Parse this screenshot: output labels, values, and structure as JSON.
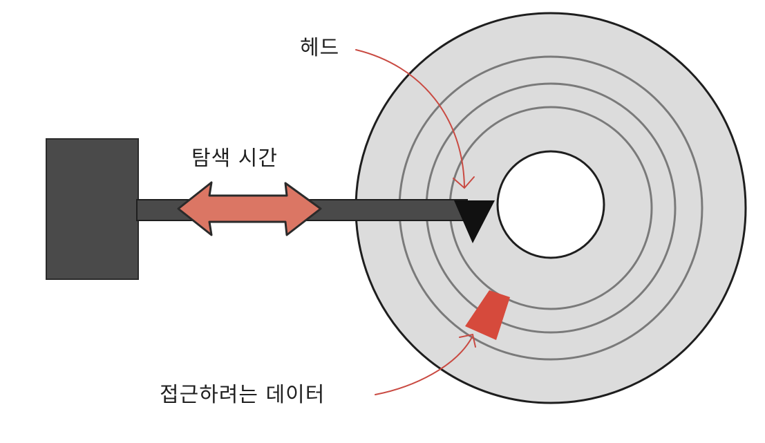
{
  "labels": {
    "head": "헤드",
    "seek_time": "탐색 시간",
    "target_data": "접근하려는 데이터"
  },
  "colors": {
    "platter": "#dcdcdc",
    "track": "#7a7a7a",
    "arm": "#4a4a4a",
    "actuator": "#4a4a4a",
    "head": "#111111",
    "seek_arrow": "#db7664",
    "data_sector": "#d64a3c",
    "pointer_arrow": "#c94a42"
  },
  "diagram": {
    "track_count": 3
  }
}
